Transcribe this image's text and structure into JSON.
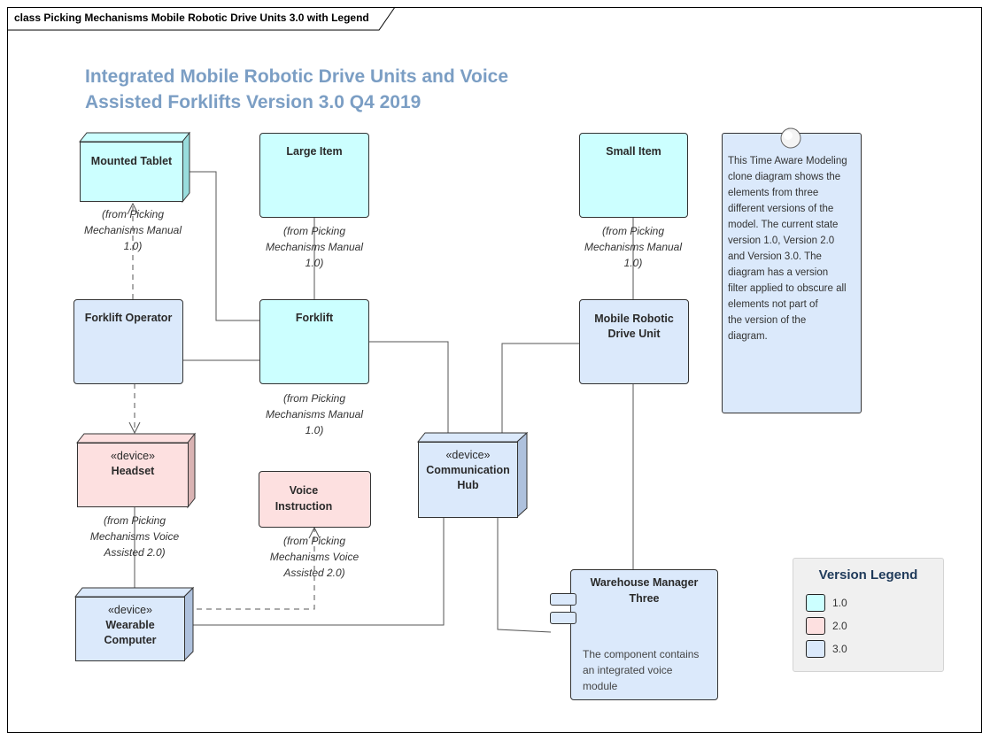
{
  "frame": {
    "label": "class Picking Mechanisms Mobile Robotic Drive Units 3.0  with Legend"
  },
  "title": {
    "line1": "Integrated Mobile Robotic Drive Units and Voice",
    "line2": "Assisted Forklifts Version 3.0 Q4 2019"
  },
  "nodes": {
    "mounted_tablet": {
      "label": "Mounted Tablet",
      "from": [
        "(from Picking",
        "Mechanisms Manual",
        "1.0)"
      ]
    },
    "large_item": {
      "label": "Large Item",
      "from": [
        "(from Picking",
        "Mechanisms Manual",
        "1.0)"
      ]
    },
    "small_item": {
      "label": "Small Item",
      "from": [
        "(from Picking",
        "Mechanisms Manual",
        "1.0)"
      ]
    },
    "forklift_operator": {
      "label": "Forklift Operator"
    },
    "forklift": {
      "label": "Forklift",
      "from": [
        "(from Picking",
        "Mechanisms Manual",
        "1.0)"
      ]
    },
    "mobile_robotic_drive_unit": {
      "label1": "Mobile Robotic",
      "label2": "Drive Unit"
    },
    "headset": {
      "stereotype": "«device»",
      "label": "Headset",
      "from": [
        "(from Picking",
        "Mechanisms Voice",
        "Assisted 2.0)"
      ]
    },
    "voice_instruction": {
      "label1": "Voice",
      "label2": "Instruction",
      "from": [
        "(from Picking",
        "Mechanisms Voice",
        "Assisted 2.0)"
      ]
    },
    "communication_hub": {
      "stereotype": "«device»",
      "label1": "Communication",
      "label2": "Hub"
    },
    "wearable_computer": {
      "stereotype": "«device»",
      "label1": "Wearable",
      "label2": "Computer"
    },
    "warehouse_manager": {
      "label1": "Warehouse Manager",
      "label2": "Three",
      "desc": [
        "The component contains",
        "an integrated voice",
        "module"
      ]
    }
  },
  "note": {
    "lines": [
      "This Time Aware Modeling",
      "clone diagram shows the",
      "elements from three",
      "different versions of the",
      "model. The current state",
      "version 1.0, Version 2.0",
      "and Version 3.0. The",
      "diagram has a version",
      "filter applied to obscure all",
      "elements not part of",
      "the  version of the",
      "diagram."
    ]
  },
  "legend": {
    "title": "Version Legend",
    "items": [
      {
        "label": "1.0",
        "color": "#ccffff"
      },
      {
        "label": "2.0",
        "color": "#fde0e0"
      },
      {
        "label": "3.0",
        "color": "#dbe9fb"
      }
    ]
  },
  "colors": {
    "v1": "#ccffff",
    "v2": "#fde0e0",
    "v3": "#dbe9fb",
    "title": "#7b9ec4"
  }
}
